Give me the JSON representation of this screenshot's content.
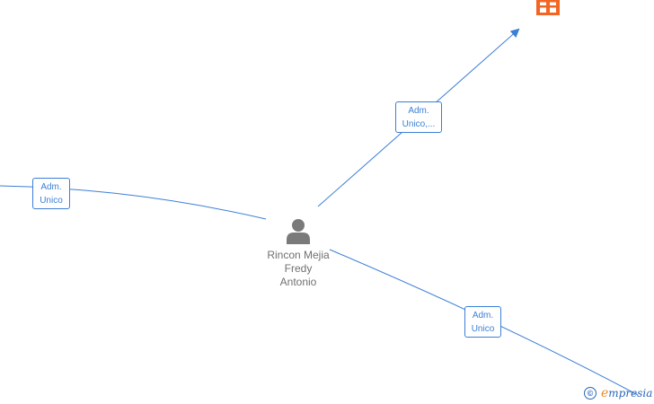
{
  "person": {
    "name_lines": [
      "Rincon Mejia",
      "Fredy",
      "Antonio"
    ],
    "icon": "person-icon",
    "color": "#7a7a7a"
  },
  "company_node": {
    "icon": "building-icon",
    "color": "#f26522"
  },
  "edges": [
    {
      "id": "edge-top-right",
      "label_lines": [
        "Adm.",
        "Unico,..."
      ]
    },
    {
      "id": "edge-left",
      "label_lines": [
        "Adm.",
        "Unico"
      ]
    },
    {
      "id": "edge-bottom-right",
      "label_lines": [
        "Adm.",
        "Unico"
      ]
    }
  ],
  "footer": {
    "copyright_symbol": "©",
    "brand_first": "e",
    "brand_rest": "mpresia"
  },
  "colors": {
    "edge": "#3b7fd6",
    "label_border": "#3b7fd6",
    "label_text": "#3b7fd6"
  }
}
